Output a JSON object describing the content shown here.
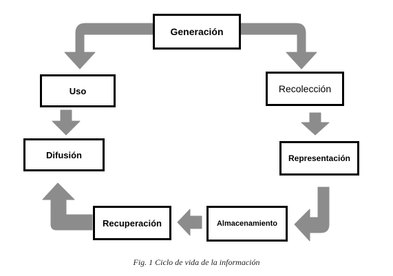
{
  "diagram": {
    "nodes": {
      "generacion": "Generación",
      "recoleccion": "Recolección",
      "representacion": "Representación",
      "almacenamiento": "Almacenamiento",
      "recuperacion": "Recuperación",
      "difusion": "Difusión",
      "uso": "Uso"
    },
    "caption": "Fig. 1 Ciclo de vida de la información",
    "arrow_color": "#8c8c8c"
  }
}
